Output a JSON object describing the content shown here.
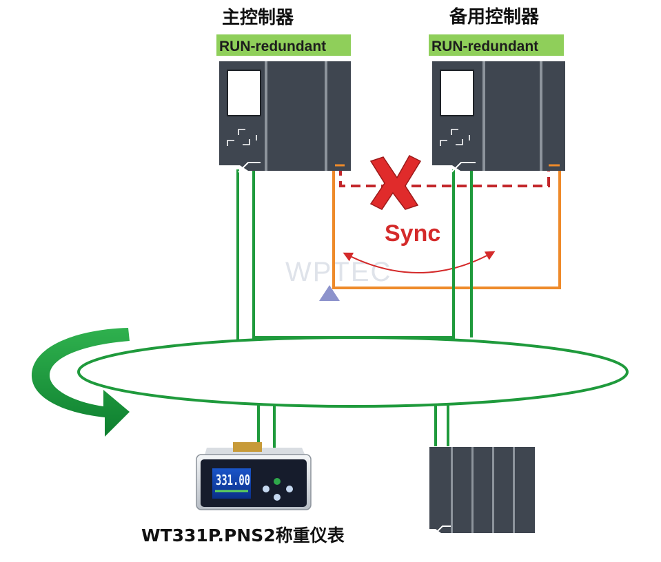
{
  "primary": {
    "title": "主控制器",
    "status": "RUN-redundant"
  },
  "backup": {
    "title": "备用控制器",
    "status": "RUN-redundant"
  },
  "sync_label": "Sync",
  "watermark": "WPTEC",
  "indicator": {
    "display_value": "331.00",
    "caption": "WT331P.PNS2称重仪表"
  },
  "colors": {
    "network": "#1f9a3c",
    "sync_link": "#ee8a2a",
    "failed_link": "#d42a2a",
    "status_bg": "#8fcf5a",
    "controller_body": "#3f4650",
    "lcd": "#0e3fb0"
  },
  "icons": [
    "broken-link-x-icon",
    "rotation-arrow-icon",
    "triangle-marker-icon"
  ]
}
